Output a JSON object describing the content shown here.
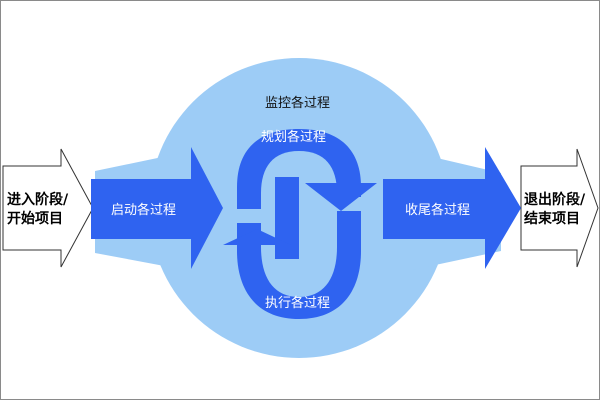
{
  "diagram": {
    "enter_phase": {
      "line1": "进入阶段/",
      "line2": "开始项目"
    },
    "exit_phase": {
      "line1": "退出阶段/",
      "line2": "结束项目"
    },
    "initiating": "启动各过程",
    "closing": "收尾各过程",
    "monitoring": "监控各过程",
    "planning": "规划各过程",
    "executing": "执行各过程"
  },
  "colors": {
    "circle": "#9dccf6",
    "arrow": "#2f63f0",
    "outline_arrow": "#ffffff"
  }
}
